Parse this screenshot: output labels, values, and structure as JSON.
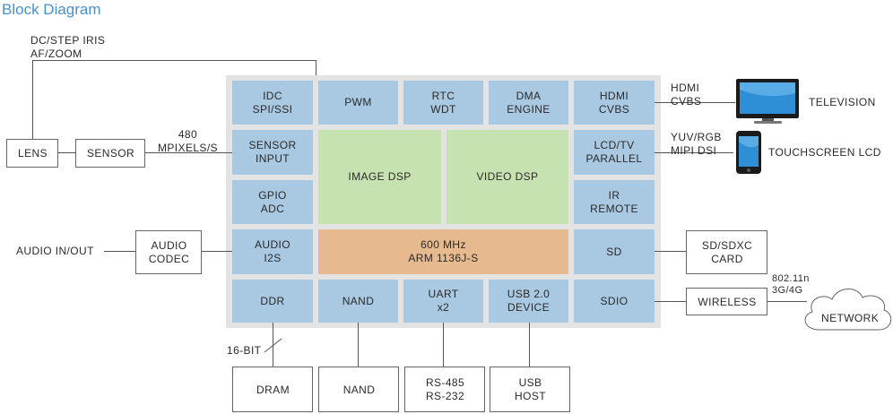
{
  "title": "Block Diagram",
  "colors": {
    "panel": "#e3e3e3",
    "blue": "#a9c8e2",
    "green": "#c7e2b1",
    "orange": "#e7b98e",
    "line": "#555555"
  },
  "internal_blocks": {
    "idc": [
      "IDC",
      "SPI/SSI"
    ],
    "pwm": [
      "PWM"
    ],
    "rtc": [
      "RTC",
      "WDT"
    ],
    "dma": [
      "DMA",
      "ENGINE"
    ],
    "hdmi": [
      "HDMI",
      "CVBS"
    ],
    "sensor_input": [
      "SENSOR",
      "INPUT"
    ],
    "image_dsp": [
      "IMAGE DSP"
    ],
    "video_dsp": [
      "VIDEO DSP"
    ],
    "lcd": [
      "LCD/TV",
      "PARALLEL"
    ],
    "gpio": [
      "GPIO",
      "ADC"
    ],
    "ir": [
      "IR",
      "REMOTE"
    ],
    "audio": [
      "AUDIO",
      "I2S"
    ],
    "arm": [
      "600 MHz",
      "ARM 1136J-S"
    ],
    "sd": [
      "SD"
    ],
    "ddr": [
      "DDR"
    ],
    "nand": [
      "NAND"
    ],
    "uart": [
      "UART",
      "x2"
    ],
    "usb": [
      "USB 2.0",
      "DEVICE"
    ],
    "sdio": [
      "SDIO"
    ]
  },
  "external_blocks": {
    "lens": [
      "LENS"
    ],
    "sensor": [
      "SENSOR"
    ],
    "audio_codec": [
      "AUDIO",
      "CODEC"
    ],
    "dram": [
      "DRAM"
    ],
    "nand_ext": [
      "NAND"
    ],
    "rs": [
      "RS-485",
      "RS-232"
    ],
    "usb_host": [
      "USB",
      "HOST"
    ],
    "sdxc": [
      "SD/SDXC",
      "CARD"
    ],
    "wireless": [
      "WIRELESS"
    ]
  },
  "labels": {
    "iris": [
      "DC/STEP IRIS",
      "AF/ZOOM"
    ],
    "mpixels": [
      "480",
      "MPIXELS/S"
    ],
    "audio_io": "AUDIO IN/OUT",
    "bit": "16-BIT",
    "hdmi_out": [
      "HDMI",
      "CVBS"
    ],
    "yuv": [
      "YUV/RGB",
      "MIPI DSI"
    ],
    "television": "TELEVISION",
    "touchscreen": "TOUCHSCREEN LCD",
    "wifi": [
      "802.11n",
      "3G/4G"
    ],
    "network": "NETWORK"
  },
  "icons": {
    "television": "television-icon",
    "phone": "smartphone-icon",
    "cloud": "cloud-icon"
  }
}
